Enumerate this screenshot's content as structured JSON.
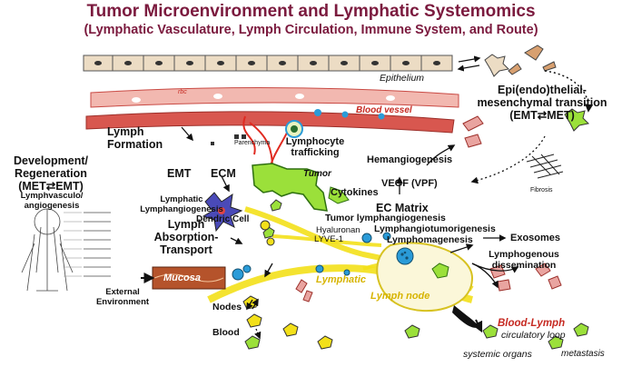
{
  "header": {
    "title": "Tumor Microenvironment and Lymphatic Systemomics",
    "subtitle": "(Lymphatic Vasculature, Lymph Circulation, Immune System, and Route)"
  },
  "labels": {
    "epithelium": "Epithelium",
    "emt_met_transition": "Epi(endo)thelial-mesenchymal transition (EMT⇄MET)",
    "rbc": "rbc",
    "blood_vessel": "Blood vessel",
    "lymph_formation": "Lymph Formation",
    "parenchyma": "Parenchyma",
    "lymphocyte_trafficking": "Lymphocyte trafficking",
    "dev_regen": "Development/ Regeneration (MET⇄EMT)",
    "lymphvasculo": "Lymphvasculo/ angiogenesis",
    "tumor": "Tumor",
    "hemangiogenesis": "Hemangiogenesis",
    "fibrosis": "Fibrosis",
    "emt": "EMT",
    "ecm": "ECM",
    "cytokines": "Cytokines",
    "vegf": "VEGF (VPF)",
    "lymphatic_lymphangiogenesis": "Lymphatic Lymphangiogenesis",
    "ec_matrix": "EC Matrix",
    "dendric_cell": "Dendric Cell",
    "tumor_lymphangiogenesis": "Tumor lymphangiogenesis",
    "lymph_absorption_transport": "Lymph Absorption- Transport",
    "hyaluronan": "Hyaluronan",
    "lyve1": "LYVE-1",
    "lymphangiotumorigenesis": "Lymphangiotumorigenesis",
    "lymphomagenesis": "Lymphomagenesis",
    "exosomes": "Exosomes",
    "mucosa": "Mucosa",
    "lymphogenous_dissemination": "Lymphogenous dissemination",
    "external_environment": "External Environment",
    "lymphatic": "Lymphatic",
    "lymph_node": "Lymph node",
    "nodes": "Nodes",
    "blood": "Blood",
    "blood_lymph": "Blood-Lymph",
    "circulatory_loop": "circulatory loop",
    "systemic_organs": "systemic organs",
    "metastasis": "metastasis"
  },
  "colors": {
    "title": "#7b1a3e",
    "vessel_red": "#d8574f",
    "tumor_green": "#9be03a",
    "lymph_yellow": "#f3e01a",
    "mucosa_brown": "#b5532b",
    "epithelium_tan": "#ecdcc4"
  }
}
